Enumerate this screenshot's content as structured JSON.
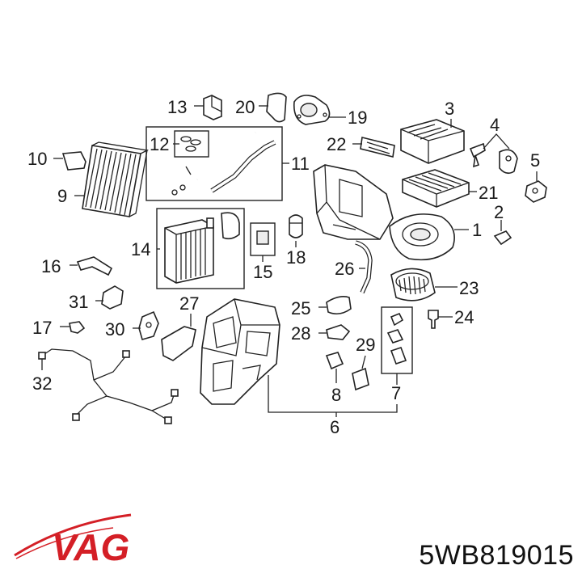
{
  "part_number": "5WB819015",
  "brand": {
    "name": "VAG",
    "color": "#d41f26"
  },
  "callouts": {
    "c1": "1",
    "c2": "2",
    "c3": "3",
    "c4": "4",
    "c5": "5",
    "c6": "6",
    "c7": "7",
    "c8": "8",
    "c9": "9",
    "c10": "10",
    "c11": "11",
    "c12": "12",
    "c13": "13",
    "c14": "14",
    "c15": "15",
    "c16": "16",
    "c17": "17",
    "c18": "18",
    "c19": "19",
    "c20": "20",
    "c21": "21",
    "c22": "22",
    "c23": "23",
    "c24": "24",
    "c25": "25",
    "c26": "26",
    "c27": "27",
    "c28": "28",
    "c29": "29",
    "c30": "30",
    "c31": "31",
    "c32": "32"
  }
}
